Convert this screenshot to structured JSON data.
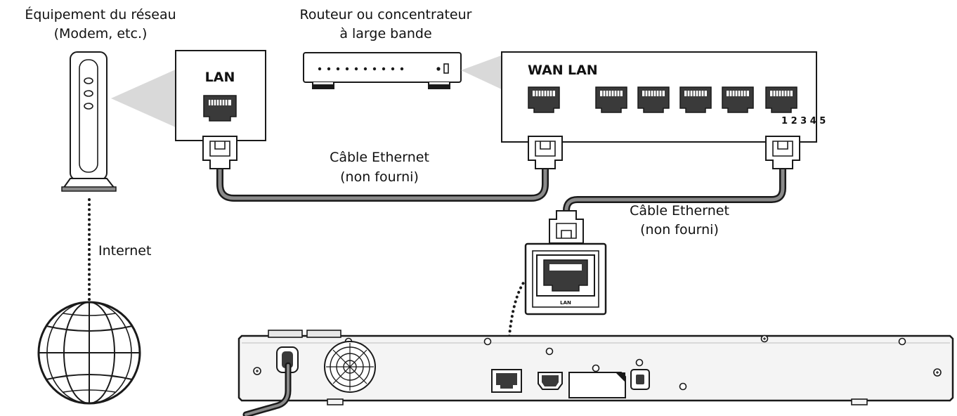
{
  "labels": {
    "network_equipment_line1": "Équipement du réseau",
    "network_equipment_line2": "(Modem, etc.)",
    "router_line1": "Routeur ou concentrateur",
    "router_line2": "à large bande",
    "modem_lan": "LAN",
    "router_wan": "WAN",
    "router_lan": "LAN",
    "router_port_numbers": "1 2 3 4 5",
    "cable1_line1": "Câble Ethernet",
    "cable1_line2": "(non fourni)",
    "cable2_line1": "Câble Ethernet",
    "cable2_line2": "(non fourni)",
    "internet": "Internet",
    "player_lan": "LAN"
  },
  "icons": {
    "modem": "modem-tower-icon",
    "router": "router-icon",
    "globe": "globe-icon",
    "player": "player-rear-panel-icon"
  },
  "colors": {
    "ink": "#1a1a1a",
    "callout": "#d9d9d9",
    "panel": "#f4f4f4",
    "cable_core": "#8a8a8a"
  }
}
